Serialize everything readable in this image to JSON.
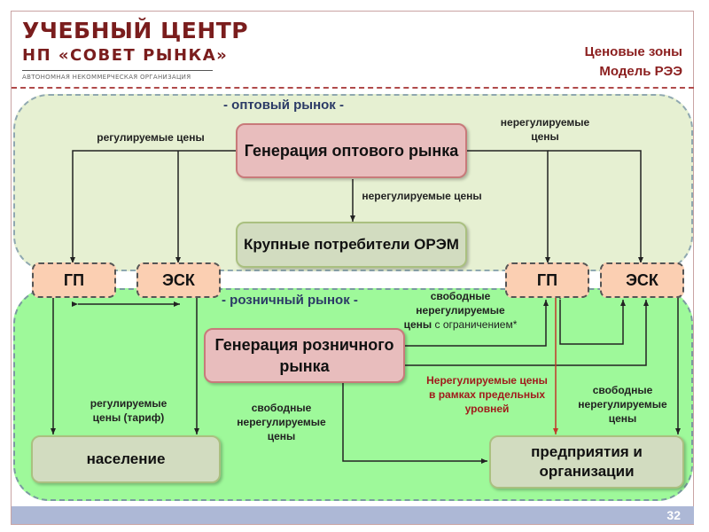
{
  "header": {
    "logo_line1": "УЧЕБНЫЙ ЦЕНТР",
    "logo_line2": "НП «СОВЕТ РЫНКА»",
    "logo_subtitle": "АВТОНОМНАЯ НЕКОММЕРЧЕСКАЯ ОРГАНИЗАЦИЯ",
    "title_line1": "Ценовые зоны",
    "title_line2": "Модель РЭЭ"
  },
  "zones": {
    "wholesale_label": "- оптовый рынок -",
    "retail_label": "- розничный рынок -"
  },
  "nodes": {
    "wholesale_generation": "Генерация оптового рынка",
    "large_consumers": "Крупные потребители ОРЭМ",
    "gp_left": "ГП",
    "esk_left": "ЭСК",
    "gp_right": "ГП",
    "esk_right": "ЭСК",
    "retail_generation": "Генерация розничного рынка",
    "population": "население",
    "enterprises": "предприятия и организации"
  },
  "labels": {
    "regulated_prices": "регулируемые цены",
    "unregulated_prices_top_right": "нерегулируемые цены",
    "unregulated_prices_center": "нерегулируемые цены",
    "free_unregulated_limited_bold": "свободные нерегулируемые цены",
    "free_unregulated_limited_normal": "с ограничением*",
    "regulated_tariff": "регулируемые цены (тариф)",
    "free_unregulated_center": "свободные нерегулируемые цены",
    "unregulated_within_limits": "Нерегулируемые цены в рамках предельных уровней",
    "free_unregulated_right": "свободные нерегулируемые цены"
  },
  "colors": {
    "brand": "#7a1d1d",
    "wholesale_zone": "#e6f0d2",
    "retail_zone": "#9ef99a",
    "generation_node": "#e8bdbd",
    "consumer_node": "#d2dcc0",
    "supplier_node": "#fbcfb2",
    "limit_arrow": "#c0392b"
  },
  "footer": {
    "page_number": "32"
  }
}
